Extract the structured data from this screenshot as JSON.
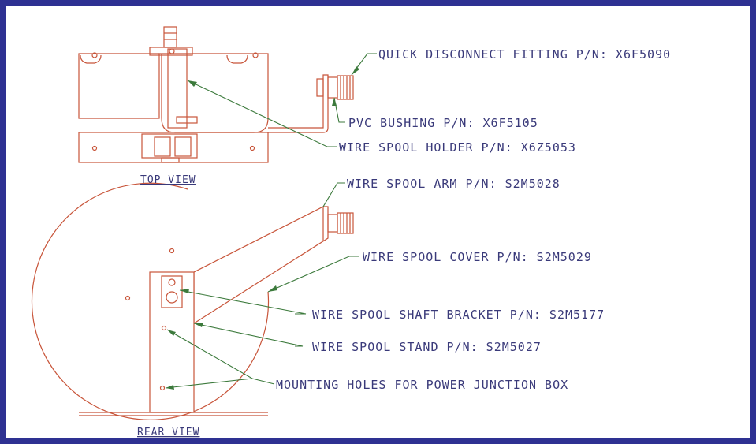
{
  "views": {
    "top": "TOP VIEW",
    "rear": "REAR VIEW"
  },
  "callouts": {
    "quick_disconnect": "QUICK DISCONNECT FITTING P/N: X6F5090",
    "pvc_bushing": "PVC BUSHING P/N: X6F5105",
    "spool_holder": "WIRE SPOOL HOLDER P/N: X6Z5053",
    "spool_arm": "WIRE SPOOL ARM P/N: S2M5028",
    "spool_cover": "WIRE SPOOL COVER P/N: S2M5029",
    "shaft_bracket": "WIRE SPOOL SHAFT BRACKET P/N: S2M5177",
    "spool_stand": "WIRE SPOOL STAND P/N: S2M5027",
    "mounting_holes": "MOUNTING HOLES FOR POWER JUNCTION BOX"
  },
  "colors": {
    "frame": "#2e3192",
    "part_lines": "#c8553a",
    "leader_lines": "#3c7a3c",
    "text": "#3a3a7a"
  }
}
